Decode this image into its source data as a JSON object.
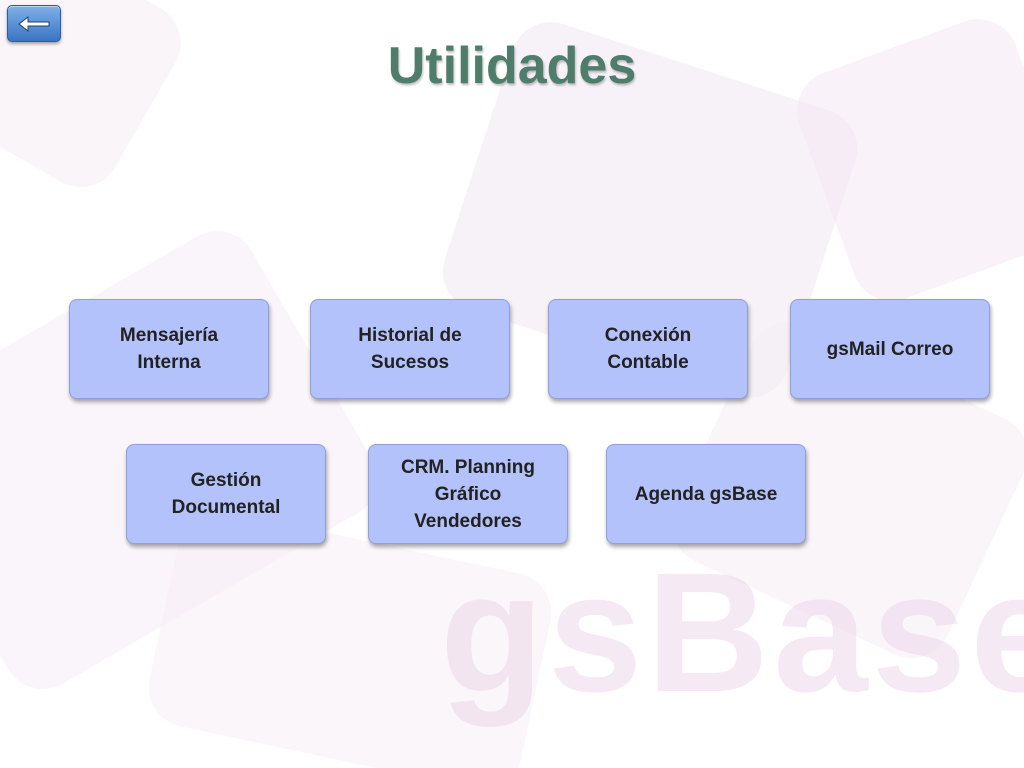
{
  "header": {
    "back_icon": "left-arrow-icon",
    "title": "Utilidades"
  },
  "tiles": [
    {
      "label": "Mensajería\nInterna"
    },
    {
      "label": "Historial de\nSucesos"
    },
    {
      "label": "Conexión\nContable"
    },
    {
      "label": "gsMail Correo"
    },
    {
      "label": "Gestión\nDocumental"
    },
    {
      "label": "CRM. Planning\nGráfico\nVendedores"
    },
    {
      "label": "Agenda gsBase"
    }
  ],
  "watermark": {
    "text": "gsBase"
  },
  "colors": {
    "title": "#4e7d6b",
    "tile_fill": "#b3c2fb",
    "back_button": "#3a74c4"
  }
}
